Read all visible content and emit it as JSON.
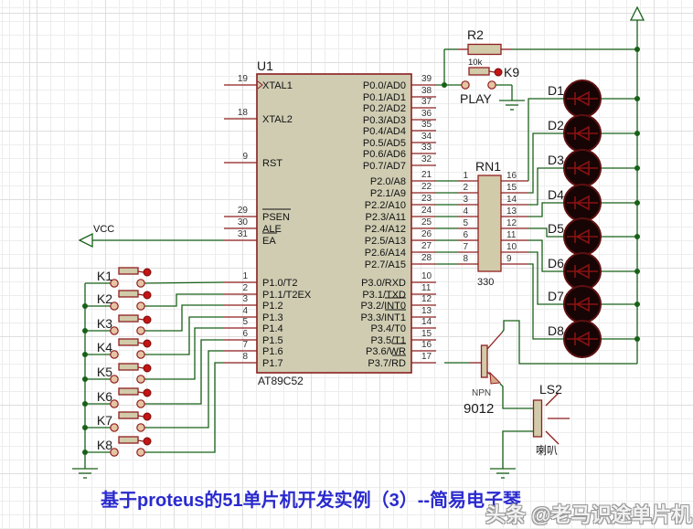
{
  "title": {
    "text": "基于proteus的51单片机开发实例（3）--简易电子琴"
  },
  "watermark": {
    "text": "头条 @老马识途单片机"
  },
  "colors": {
    "wire_green": "#186018",
    "component_red": "#8f1f1f",
    "chip_fill": "#cfccb2",
    "title_blue": "#2a2ace",
    "led_dark": "#170505",
    "button_dot_red": "#c41414"
  },
  "chip": {
    "ref": "U1",
    "part": "AT89C52",
    "left_pins": [
      {
        "num": "19",
        "label": "XTAL1"
      },
      {
        "num": "18",
        "label": "XTAL2"
      },
      {
        "num": "9",
        "label": "RST"
      },
      {
        "num": "29",
        "label": "PSEN"
      },
      {
        "num": "30",
        "label": "ALE"
      },
      {
        "num": "31",
        "label": "EA"
      },
      {
        "num": "1",
        "label": "P1.0/T2"
      },
      {
        "num": "2",
        "label": "P1.1/T2EX"
      },
      {
        "num": "3",
        "label": "P1.2"
      },
      {
        "num": "4",
        "label": "P1.3"
      },
      {
        "num": "5",
        "label": "P1.4"
      },
      {
        "num": "6",
        "label": "P1.5"
      },
      {
        "num": "7",
        "label": "P1.6"
      },
      {
        "num": "8",
        "label": "P1.7"
      }
    ],
    "right_pins": [
      {
        "num": "39",
        "label": "P0.0/AD0"
      },
      {
        "num": "38",
        "label": "P0.1/AD1"
      },
      {
        "num": "37",
        "label": "P0.2/AD2"
      },
      {
        "num": "36",
        "label": "P0.3/AD3"
      },
      {
        "num": "35",
        "label": "P0.4/AD4"
      },
      {
        "num": "34",
        "label": "P0.5/AD5"
      },
      {
        "num": "33",
        "label": "P0.6/AD6"
      },
      {
        "num": "32",
        "label": "P0.7/AD7"
      },
      {
        "num": "21",
        "label": "P2.0/A8"
      },
      {
        "num": "22",
        "label": "P2.1/A9"
      },
      {
        "num": "23",
        "label": "P2.2/A10"
      },
      {
        "num": "24",
        "label": "P2.3/A11"
      },
      {
        "num": "25",
        "label": "P2.4/A12"
      },
      {
        "num": "26",
        "label": "P2.5/A13"
      },
      {
        "num": "27",
        "label": "P2.6/A14"
      },
      {
        "num": "28",
        "label": "P2.7/A15"
      },
      {
        "num": "10",
        "label": "P3.0/RXD"
      },
      {
        "num": "11",
        "label": "P3.1/TXD"
      },
      {
        "num": "12",
        "label": "P3.2/INT0"
      },
      {
        "num": "13",
        "label": "P3.3/INT1"
      },
      {
        "num": "14",
        "label": "P3.4/T0"
      },
      {
        "num": "15",
        "label": "P3.5/T1"
      },
      {
        "num": "16",
        "label": "P3.6/WR"
      },
      {
        "num": "17",
        "label": "P3.7/RD"
      }
    ]
  },
  "r2": {
    "ref": "R2",
    "value": "10k"
  },
  "rn1": {
    "ref": "RN1",
    "value": "330",
    "left_pins": [
      "1",
      "2",
      "3",
      "4",
      "5",
      "6",
      "7",
      "8"
    ],
    "right_pins": [
      "16",
      "15",
      "14",
      "13",
      "12",
      "11",
      "10",
      "9"
    ]
  },
  "play_button": {
    "ref": "K9",
    "label": "PLAY"
  },
  "keys": [
    "K1",
    "K2",
    "K3",
    "K4",
    "K5",
    "K6",
    "K7",
    "K8"
  ],
  "leds": [
    "D1",
    "D2",
    "D3",
    "D4",
    "D5",
    "D6",
    "D7",
    "D8"
  ],
  "transistor": {
    "type": "NPN",
    "part": "9012"
  },
  "speaker": {
    "ref": "LS2",
    "label": "喇叭"
  },
  "power": {
    "vcc": "VCC"
  }
}
